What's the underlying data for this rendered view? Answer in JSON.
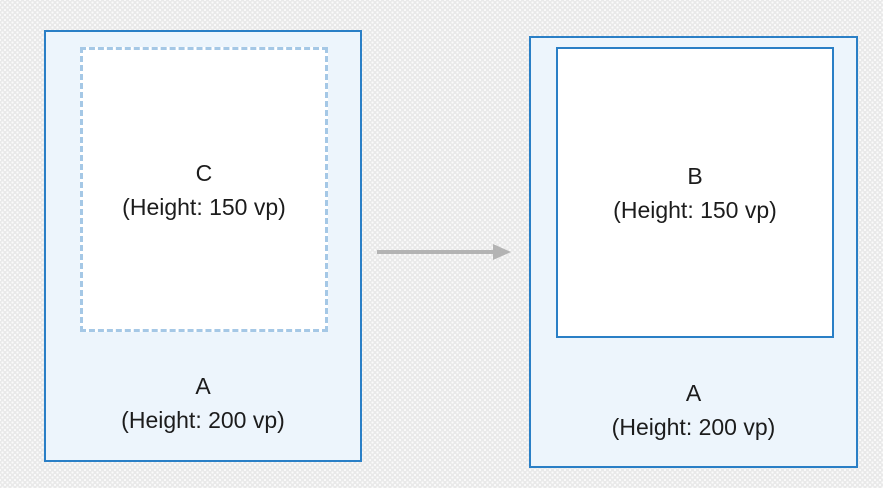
{
  "diagram": {
    "description": "Layout height diagram: container A with placeholder C becomes container A with child B",
    "before": {
      "container": {
        "name_line": "A",
        "height_line": "(Height: 200 vp)"
      },
      "child": {
        "name_line": "C",
        "height_line": "(Height: 150 vp)"
      }
    },
    "after": {
      "container": {
        "name_line": "A",
        "height_line": "(Height: 200 vp)"
      },
      "child": {
        "name_line": "B",
        "height_line": "(Height: 150 vp)"
      }
    },
    "arrow": {
      "direction": "right"
    },
    "colors": {
      "container_border": "#2a7fc6",
      "container_fill": "#edf5fc",
      "child_fill": "#ffffff",
      "dashed_border": "#a5c8e6",
      "arrow": "#b3b3b3",
      "text": "#1c1c1c",
      "background": "#e9e9e9"
    }
  }
}
